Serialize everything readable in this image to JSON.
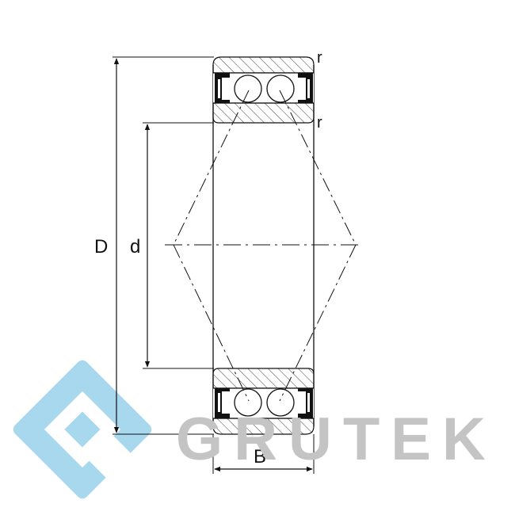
{
  "labels": {
    "outer_diameter": "D",
    "bore_diameter": "d",
    "width": "B",
    "radius_top": "r",
    "radius_inner": "r"
  },
  "watermark": {
    "text": "GRUTEK",
    "text_color": "#c4c4c4",
    "logo_color": "#a8d8ee"
  },
  "colors": {
    "line": "#111111",
    "background": "#ffffff"
  }
}
